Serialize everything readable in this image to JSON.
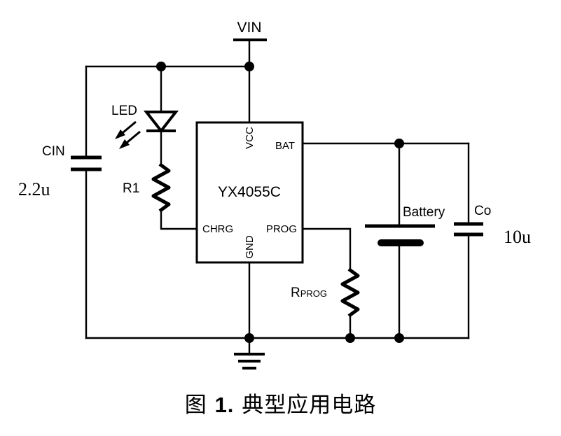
{
  "net_vin": "VIN",
  "ic": {
    "name": "YX4055C",
    "pins": {
      "vcc": "VCC",
      "bat": "BAT",
      "chrg": "CHRG",
      "prog": "PROG",
      "gnd": "GND"
    }
  },
  "components": {
    "led": "LED",
    "r1": "R1",
    "cin": "CIN",
    "cin_value": "2.2u",
    "rprog_r": "R",
    "rprog_sub": "PROG",
    "battery": "Battery",
    "co": "Co",
    "co_value": "10u"
  },
  "caption": {
    "prefix": "图",
    "number": "1.",
    "title": "典型应用电路"
  }
}
